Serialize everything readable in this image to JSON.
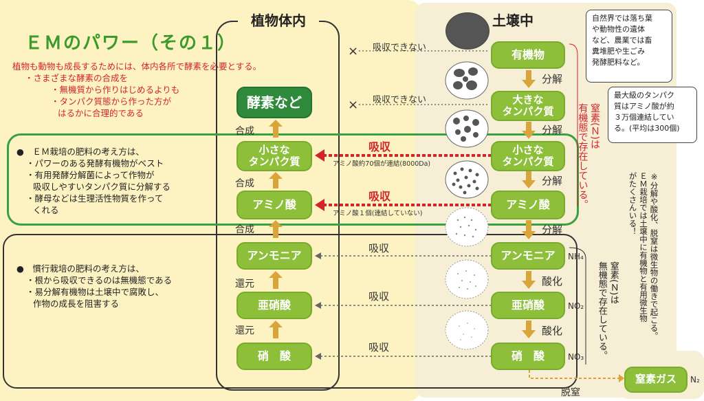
{
  "title": "ＥＭのパワー（その１）",
  "intro": {
    "line1": "植物も動物も成長するためには、体内各所で酵素を必要とする。",
    "line2": "・さまざまな酵素の合成を",
    "line3": "・無機質から作りはじめるよりも",
    "line4": "・タンパク質態から作った方が",
    "line5": "はるかに合理的である"
  },
  "em_box": {
    "heading": "●　ＥＭ栽培の肥料の考え方は、",
    "lines": [
      "・パワーのある発酵有機物がベスト",
      "・有用発酵分解菌によって作物が",
      "吸収しやすいタンパク質に分解する",
      "・酵母などは生理活性物質を作って",
      "くれる"
    ]
  },
  "conv_box": {
    "heading": "●　慣行栽培の肥料の考え方は、",
    "lines": [
      "・根から吸収できるのは無機態である",
      "・易分解有機物は土壌中で腐敗し、",
      "作物の成長を阻害する"
    ]
  },
  "plant": {
    "header": "植物体内",
    "enzyme": "酵素など",
    "small_protein": "小さな\nタンパク質",
    "amino": "アミノ酸",
    "ammonia": "アンモニア",
    "nitrite": "亜硝酸",
    "nitrate": "硝　酸",
    "synth1": "合成",
    "synth2": "合成",
    "synth3": "合成",
    "reduce1": "還元",
    "reduce2": "還元"
  },
  "soil": {
    "header": "土壌中",
    "organic": "有機物",
    "large_protein": "大きな\nタンパク質",
    "small_protein": "小さな\nタンパク質",
    "amino": "アミノ酸",
    "ammonia": "アンモニア",
    "nitrite": "亜硝酸",
    "nitrate": "硝　酸",
    "n_gas": "窒素ガス",
    "decomp1": "分解",
    "decomp2": "分解",
    "decomp3": "分解",
    "decomp4": "分解",
    "oxid1": "酸化",
    "oxid2": "酸化",
    "denit": "脱窒",
    "nh4": "NH₄",
    "no2": "NO₂",
    "no3": "NO₃",
    "n2": "N₂"
  },
  "arrows": {
    "cannot1": "吸収できない",
    "cannot2": "吸収できない",
    "x1": "×",
    "x2": "×",
    "absorb_red1": "吸収",
    "absorb_red2": "吸収",
    "amino70": "アミノ酸約70個が連結(8000Da)",
    "amino1": "アミノ酸１個(連結していない)",
    "absorb1": "吸収",
    "absorb2": "吸収",
    "absorb3": "吸収"
  },
  "notes": {
    "nature": "自然界では落ち葉\nや動物性の遺体\nなど、農業では畜\n糞堆肥や生ごみ\n発酵肥料など。",
    "largest": "最大級のタンパク\n質はアミノ酸が約\n３万個連結してい\nる。(平均は300個)",
    "organic_n": "窒素(Ｎ)は\n有機態で存在している。",
    "inorganic_n": "窒素(Ｎ)は\n無機態で存在している。",
    "side": "※分解や酸化、脱窒は微生物の働きで起こる。\nＥＭ栽培では土壌中に有機物と有用微生物\nがたくさんいる！"
  },
  "colors": {
    "green": "#8dbf3a",
    "dark_green": "#2f8a3c",
    "red": "#d4242b",
    "bg_left": "#fdf3c2",
    "bg_right": "#f6eed5"
  }
}
